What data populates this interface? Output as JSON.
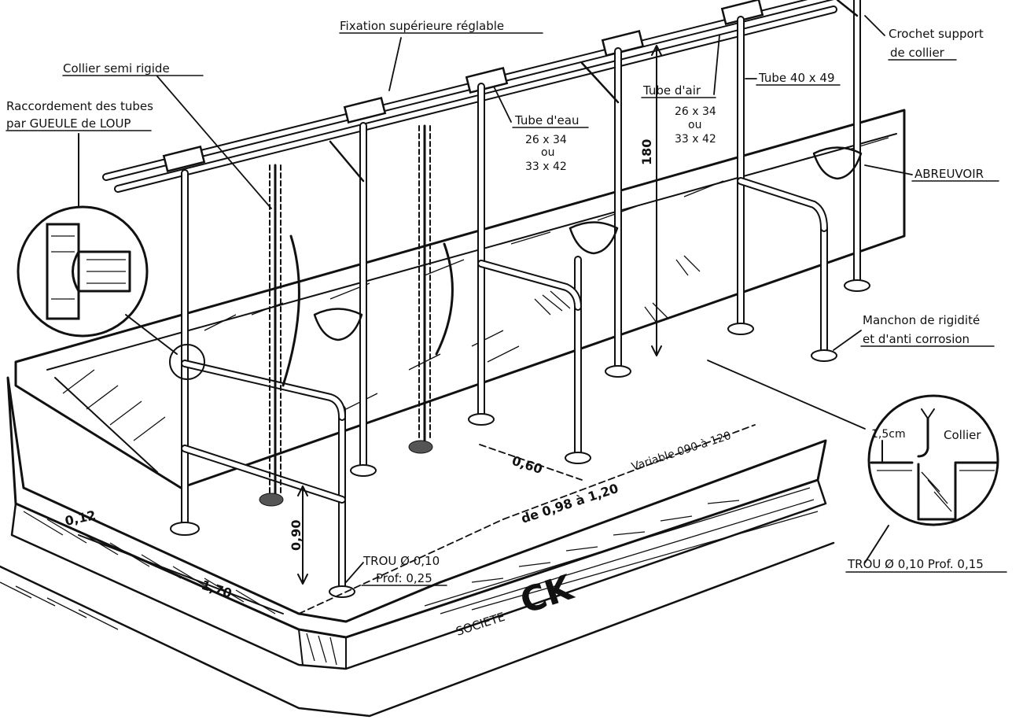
{
  "labels": {
    "fixation": "Fixation supérieure réglable",
    "collier_semi": "Collier semi rigide",
    "raccordement_1": "Raccordement des tubes",
    "raccordement_2": "par GUEULE de LOUP",
    "crochet_1": "Crochet support",
    "crochet_2": "de collier",
    "tube_eau": "Tube d'eau",
    "tube_eau_d1": "26 x 34",
    "tube_eau_ou": "ou",
    "tube_eau_d2": "33 x 42",
    "tube_air": "Tube d'air",
    "tube_air_d1": "26 x 34",
    "tube_air_ou": "ou",
    "tube_air_d2": "33 x 42",
    "tube_40": "Tube 40 x 49",
    "abreuvoir": "ABREUVOIR",
    "manchon_1": "Manchon de rigidité",
    "manchon_2": "et d'anti corrosion",
    "collier": "Collier",
    "cm": "1,5cm",
    "trou_right": "TROU Ø 0,10 Prof. 0,15",
    "trou_front_1": "TROU Ø 0,10",
    "trou_front_2": "Prof: 0,25",
    "societe": "SOCIETE",
    "ck": "CK"
  },
  "dimensions": {
    "h180": "180",
    "h090": "0,90",
    "w012": "0,12",
    "w170": "1,70",
    "w060": "0,60",
    "w098": "de 0,98 à 1,20",
    "variable": "Variable 090 à 120"
  }
}
